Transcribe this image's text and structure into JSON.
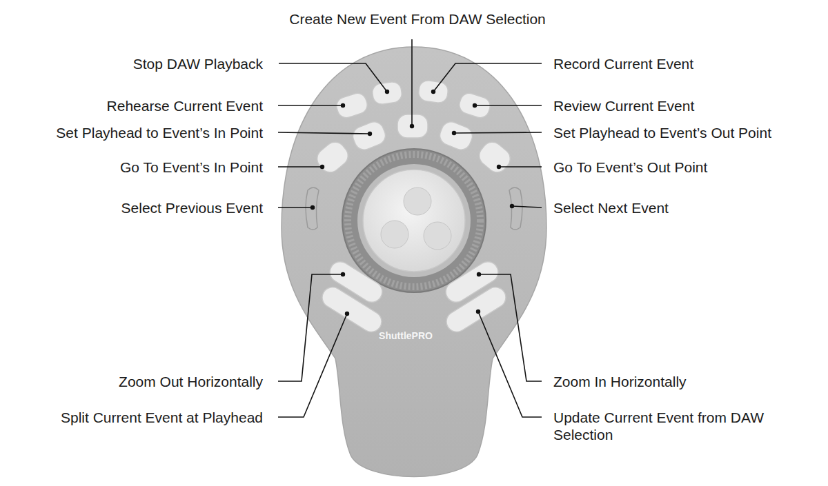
{
  "diagram": {
    "labels": [
      "Create New Event From DAW Selection",
      "Stop DAW Playback",
      "Record Current Event",
      "Rehearse Current Event",
      "Review Current Event",
      "Set Playhead to Event’s In Point",
      "Set Playhead to Event’s Out Point",
      "Go To Event’s In Point",
      "Go To Event’s Out Point",
      "Select Previous Event",
      "Select Next Event",
      "ShuttlePRO",
      "Zoom Out Horizontally",
      "Zoom In Horizontally",
      "Split Current Event at Playhead",
      "Update Current Event from DAW Selection"
    ]
  }
}
